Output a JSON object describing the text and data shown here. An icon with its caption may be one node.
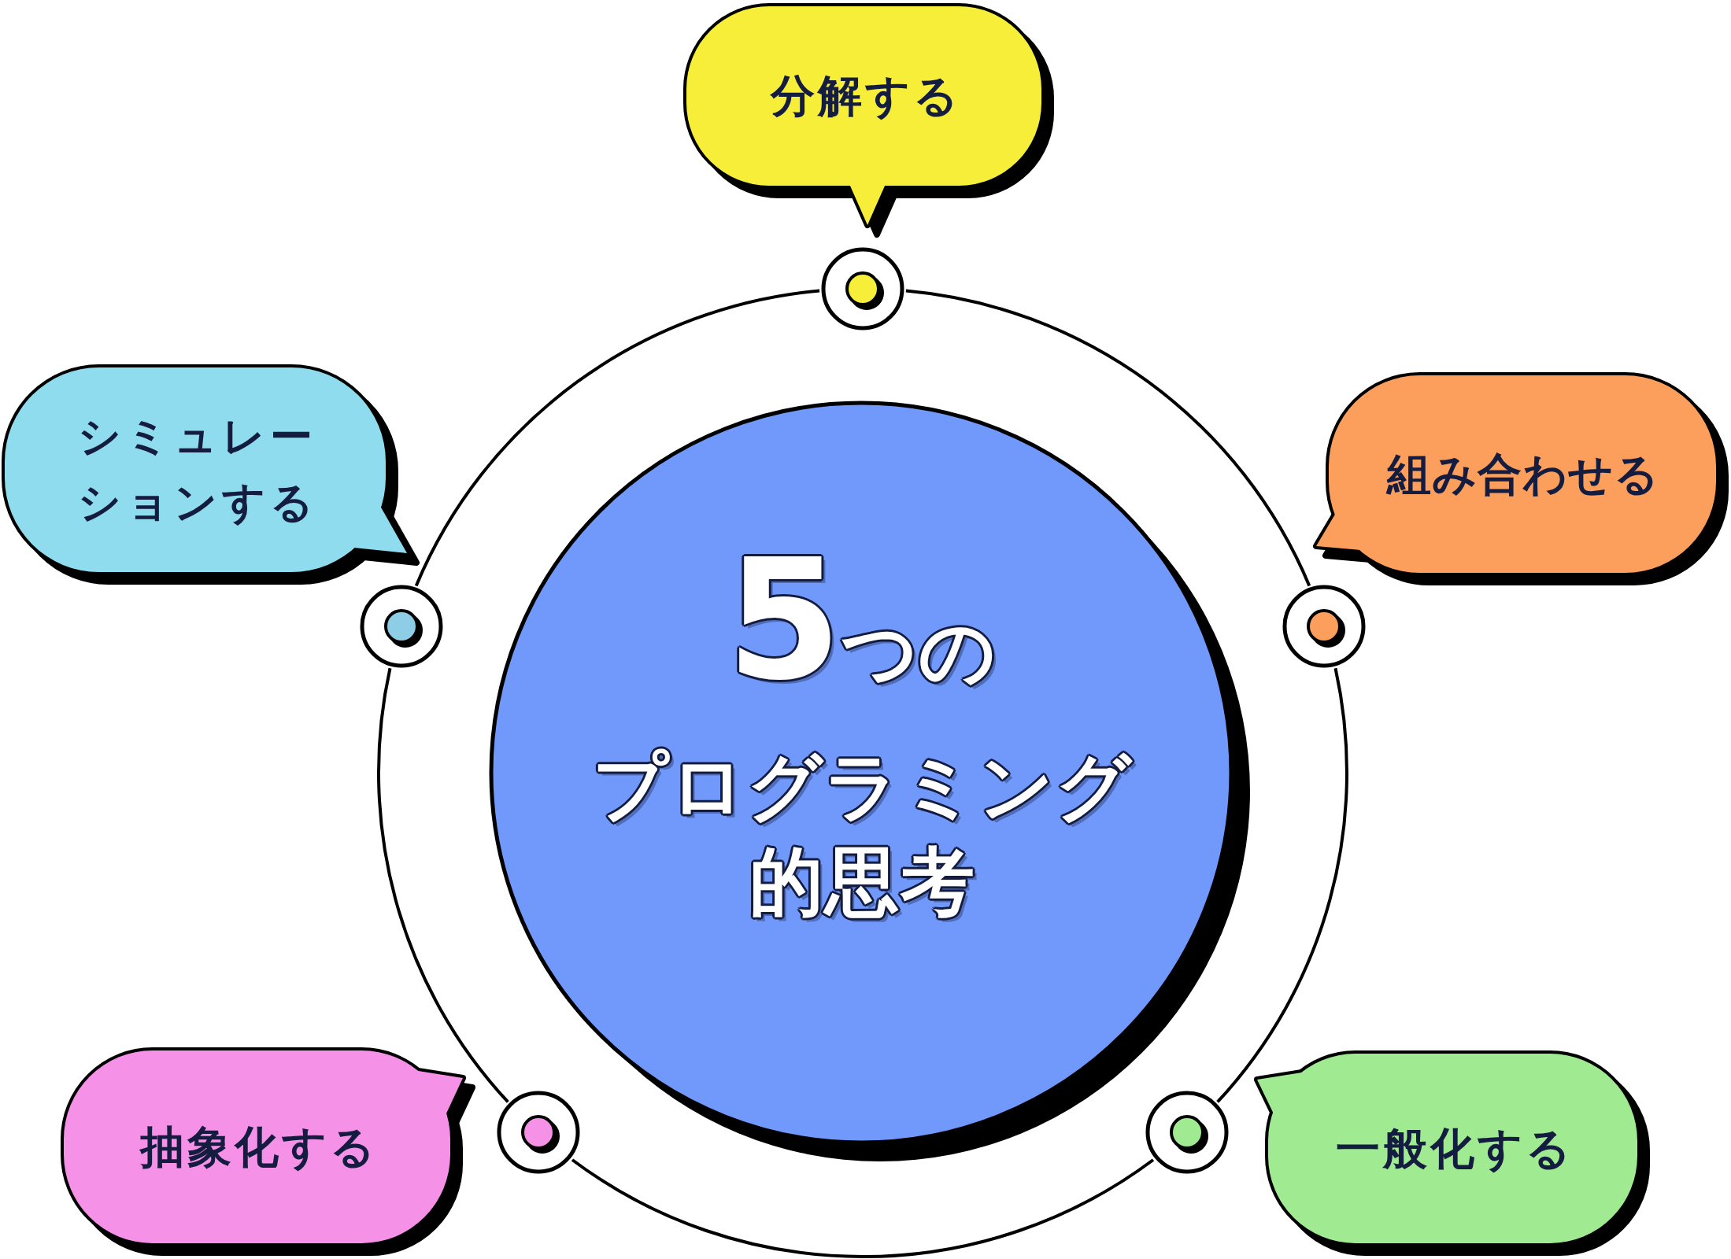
{
  "diagram": {
    "nodes": [
      {
        "text": [
          "5つの",
          "プログラミング的思考"
        ]
      },
      {
        "text": [
          "分解する"
        ]
      },
      {
        "text": [
          "シミュレーションする"
        ]
      },
      {
        "text": [
          "組み合わせる"
        ]
      },
      {
        "text": [
          "抽象化する"
        ]
      },
      {
        "text": [
          "一般化する"
        ]
      },
      {
        "text": [],
        "shape": "circle"
      },
      {
        "text": [],
        "shape": "circle"
      },
      {
        "text": [],
        "shape": "circle"
      },
      {
        "text": [],
        "shape": "circle"
      },
      {
        "text": [],
        "shape": "circle"
      }
    ],
    "edges": [
      {
        "from": 6,
        "to": 8,
        "arrow": "none"
      },
      {
        "from": 8,
        "to": 10,
        "arrow": "none"
      },
      {
        "from": 10,
        "to": 9,
        "arrow": "none"
      },
      {
        "from": 9,
        "to": 7,
        "arrow": "none"
      },
      {
        "from": 7,
        "to": 6,
        "arrow": "none"
      }
    ]
  }
}
